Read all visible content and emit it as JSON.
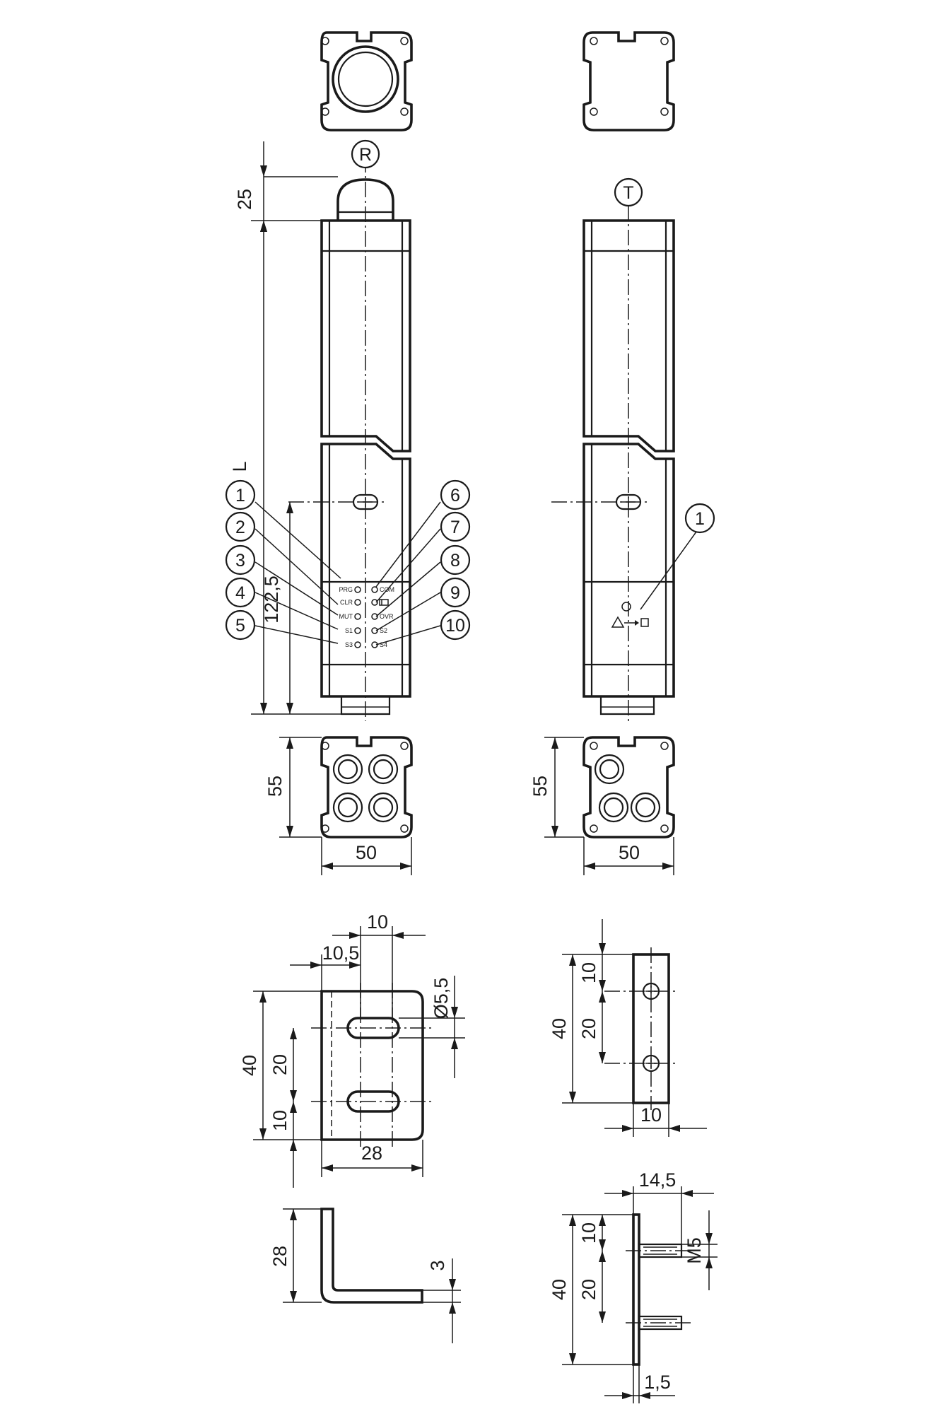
{
  "views": {
    "receiver_label": "R",
    "transmitter_label": "T"
  },
  "dimensions": {
    "cap_height": "25",
    "length": "L",
    "led_offset": "122,5",
    "width_r": "50",
    "depth_r": "55",
    "width_t": "50",
    "depth_t": "55",
    "bracket_a_hole_spacing": "10",
    "bracket_a_slot_offset": "10,5",
    "bracket_a_hole_dia": "Ø5,5",
    "bracket_a_height": "40",
    "bracket_a_slot_pitch": "20",
    "bracket_a_bottom_offset": "10",
    "bracket_a_width": "28",
    "bracket_a_leg": "28",
    "bracket_a_thickness": "3",
    "bracket_b_top_offset": "10",
    "bracket_b_height": "40",
    "bracket_b_hole_pitch": "20",
    "bracket_b_width": "10",
    "stud_length": "14,5",
    "stud_top_offset": "10",
    "stud_height": "40",
    "stud_pitch": "20",
    "stud_thread": "M5",
    "plate_thickness": "1,5"
  },
  "callouts_r": [
    "1",
    "2",
    "3",
    "4",
    "5",
    "6",
    "7",
    "8",
    "9",
    "10"
  ],
  "callouts_t": [
    "1"
  ],
  "leds_left": [
    "PRG",
    "CLR",
    "MUT",
    "S1",
    "S3"
  ],
  "leds_right": [
    "COM",
    "",
    "OVR",
    "S2",
    "S4"
  ]
}
